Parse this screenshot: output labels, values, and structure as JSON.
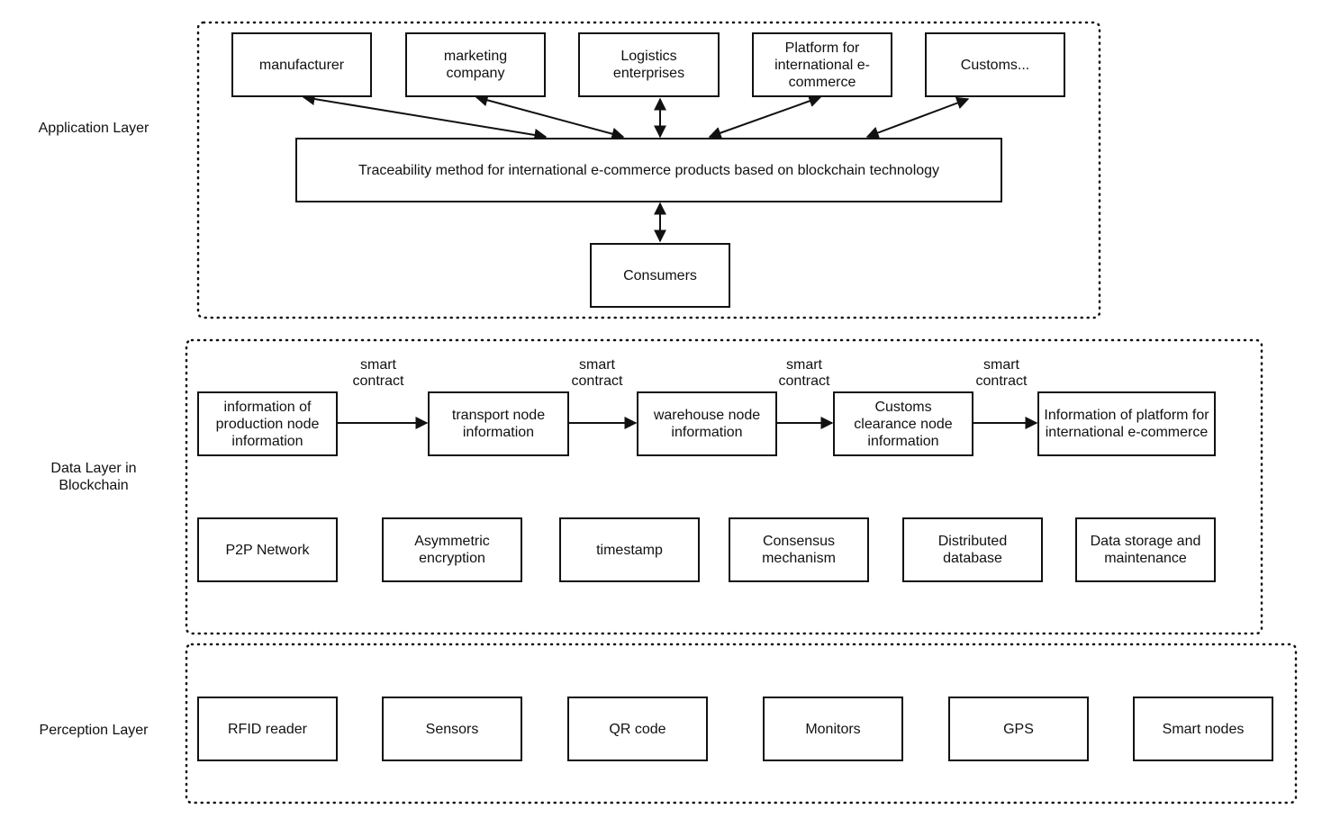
{
  "layers": {
    "application": {
      "label": "Application Layer",
      "stakeholders": [
        {
          "id": "manufacturer",
          "label": "manufacturer"
        },
        {
          "id": "marketing",
          "label": "marketing company"
        },
        {
          "id": "logistics",
          "label": "Logistics enterprises"
        },
        {
          "id": "platform",
          "label": "Platform for international e-commerce"
        },
        {
          "id": "customs",
          "label": "Customs..."
        }
      ],
      "core": "Traceability method for international e-commerce products based on blockchain technology",
      "consumers": "Consumers"
    },
    "data": {
      "label": "Data Layer in Blockchain",
      "flow_nodes": [
        "information of production node information",
        "transport node information",
        "warehouse node information",
        "Customs clearance node information",
        "Information of platform for international e-commerce"
      ],
      "connector_label": "smart contract",
      "technologies": [
        "P2P Network",
        "Asymmetric encryption",
        "timestamp",
        "Consensus mechanism",
        "Distributed database",
        "Data storage and maintenance"
      ]
    },
    "perception": {
      "label": "Perception Layer",
      "devices": [
        "RFID reader",
        "Sensors",
        "QR code",
        "Monitors",
        "GPS",
        "Smart nodes"
      ]
    }
  }
}
